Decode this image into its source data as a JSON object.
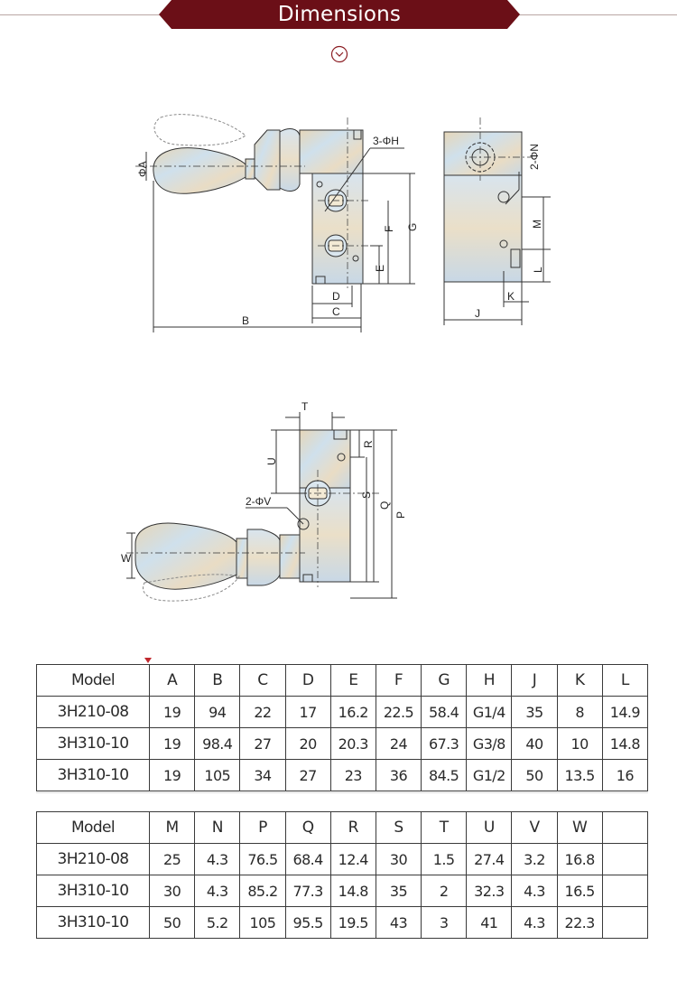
{
  "header": {
    "title": "Dimensions",
    "accent_color": "#6b0f17",
    "icon": "chevron-down-circle-icon"
  },
  "drawing_labels": {
    "top_view": {
      "phi_a": "ΦA",
      "b": "B",
      "c": "C",
      "d": "D",
      "e": "E",
      "f": "F",
      "g": "G",
      "h": "3-ΦH"
    },
    "side_view": {
      "j": "J",
      "k": "K",
      "l": "L",
      "m": "M",
      "n": "2-ΦN"
    },
    "front_view": {
      "t": "T",
      "u": "U",
      "r": "R",
      "s": "S",
      "q": "Q",
      "p": "P",
      "v": "2-ΦV",
      "w": "W"
    }
  },
  "table_1": {
    "headers": [
      "Model",
      "A",
      "B",
      "C",
      "D",
      "E",
      "F",
      "G",
      "H",
      "J",
      "K",
      "L"
    ],
    "rows": [
      [
        "3H210-08",
        "19",
        "94",
        "22",
        "17",
        "16.2",
        "22.5",
        "58.4",
        "G1/4",
        "35",
        "8",
        "14.9"
      ],
      [
        "3H310-10",
        "19",
        "98.4",
        "27",
        "20",
        "20.3",
        "24",
        "67.3",
        "G3/8",
        "40",
        "10",
        "14.8"
      ],
      [
        "3H310-10",
        "19",
        "105",
        "34",
        "27",
        "23",
        "36",
        "84.5",
        "G1/2",
        "50",
        "13.5",
        "16"
      ]
    ]
  },
  "table_2": {
    "headers": [
      "Model",
      "M",
      "N",
      "P",
      "Q",
      "R",
      "S",
      "T",
      "U",
      "V",
      "W",
      ""
    ],
    "rows": [
      [
        "3H210-08",
        "25",
        "4.3",
        "76.5",
        "68.4",
        "12.4",
        "30",
        "1.5",
        "27.4",
        "3.2",
        "16.8",
        ""
      ],
      [
        "3H310-10",
        "30",
        "4.3",
        "85.2",
        "77.3",
        "14.8",
        "35",
        "2",
        "32.3",
        "4.3",
        "16.5",
        ""
      ],
      [
        "3H310-10",
        "50",
        "5.2",
        "105",
        "95.5",
        "19.5",
        "43",
        "3",
        "41",
        "4.3",
        "22.3",
        ""
      ]
    ]
  }
}
